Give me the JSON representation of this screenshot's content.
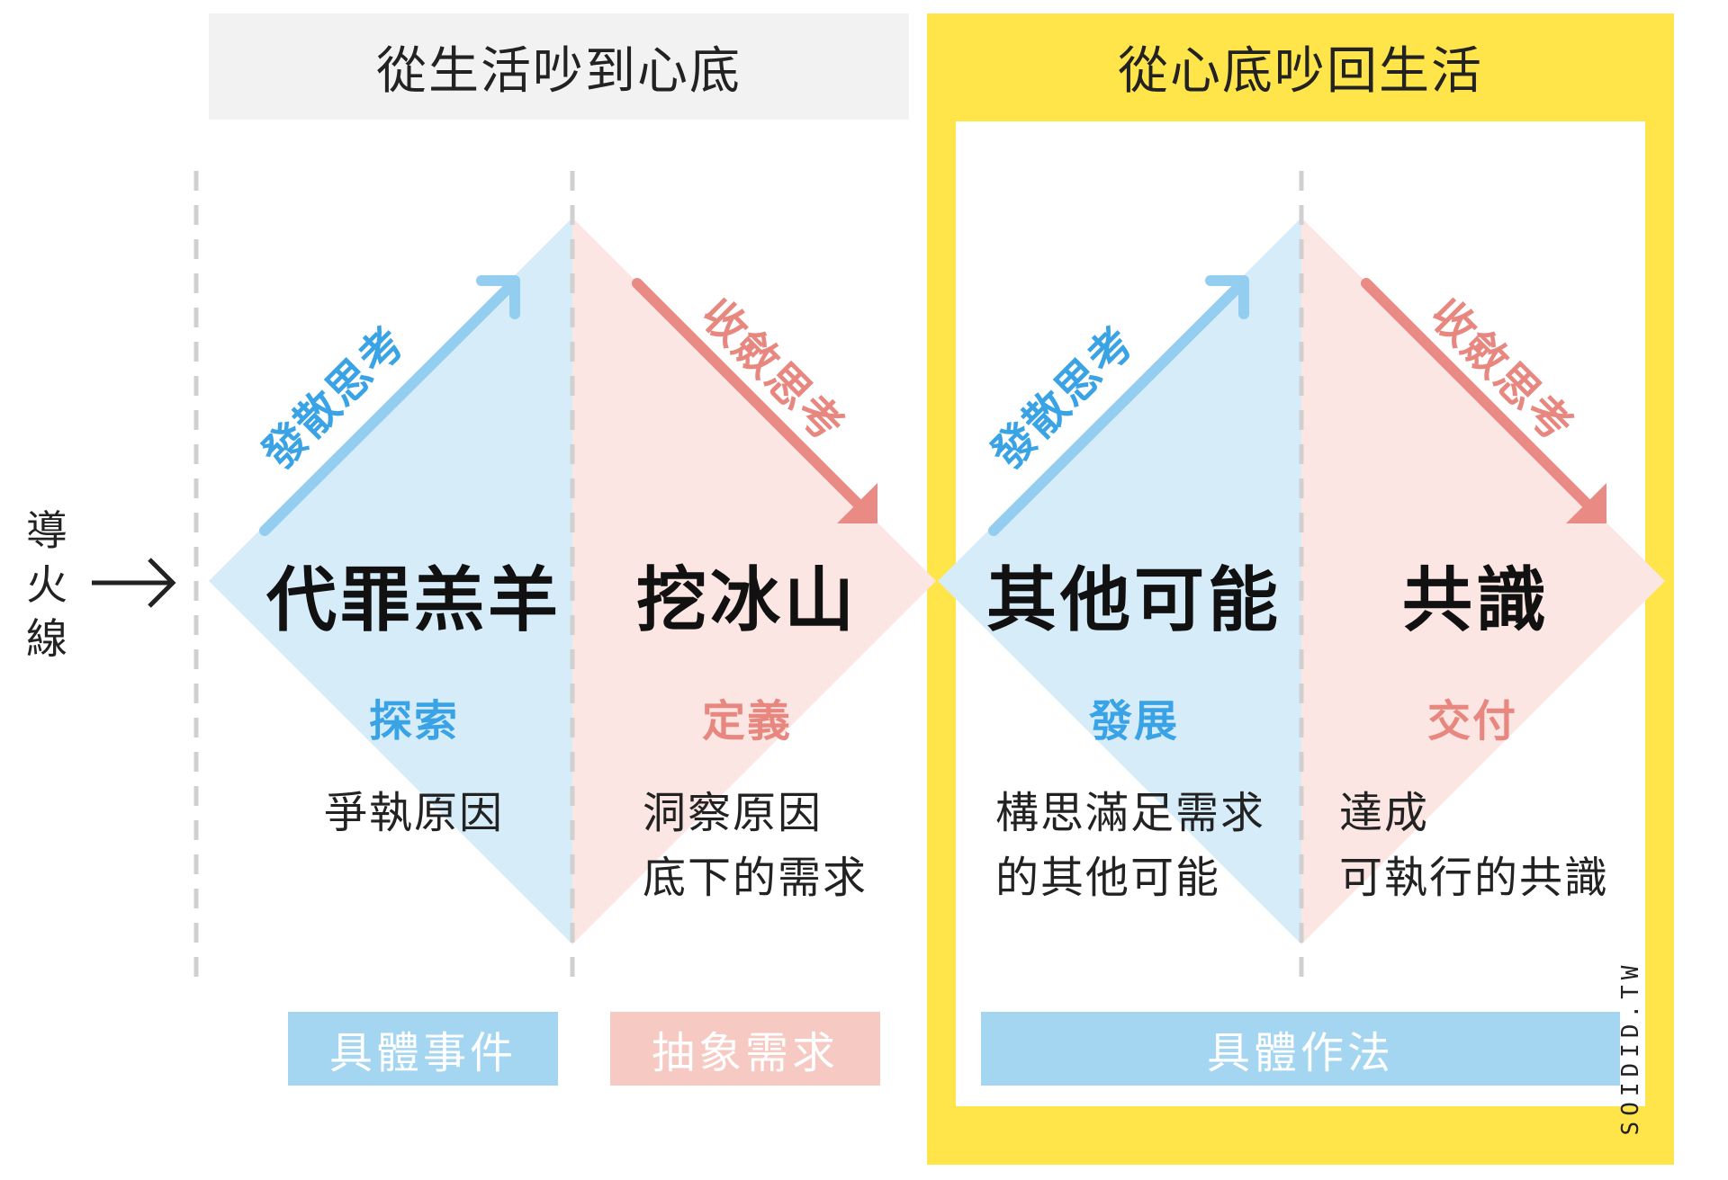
{
  "colors": {
    "divergent_fill": "#d6ecf9",
    "convergent_fill": "#fbe6e4",
    "divergent_text": "#3aa3e6",
    "convergent_text": "#e8877f",
    "divergent_arrow": "#93cdf0",
    "convergent_arrow": "#ea8a85",
    "highlight_yellow": "#ffe54a",
    "header_gray": "#f2f2f2",
    "label_blue": "#a4d6f1",
    "label_pink": "#f6c9c2",
    "dash_gray": "#d0d0d0"
  },
  "headers": {
    "left": "從生活吵到心底",
    "right": "從心底吵回生活"
  },
  "side_label": "導火線",
  "brand": "SOIDID.TW",
  "arrow_labels": {
    "divergent": "發散思考",
    "convergent": "收斂思考"
  },
  "stages": [
    {
      "title": "代罪羔羊",
      "sub": "探索",
      "desc": [
        "爭執原因"
      ]
    },
    {
      "title": "挖冰山",
      "sub": "定義",
      "desc": [
        "洞察原因",
        "底下的需求"
      ]
    },
    {
      "title": "其他可能",
      "sub": "發展",
      "desc": [
        "構思滿足需求",
        "的其他可能"
      ]
    },
    {
      "title": "共識",
      "sub": "交付",
      "desc": [
        "達成",
        "可執行的共識"
      ]
    }
  ],
  "bottom_labels": {
    "concrete_events": "具體事件",
    "abstract_needs": "抽象需求",
    "concrete_actions": "具體作法"
  }
}
